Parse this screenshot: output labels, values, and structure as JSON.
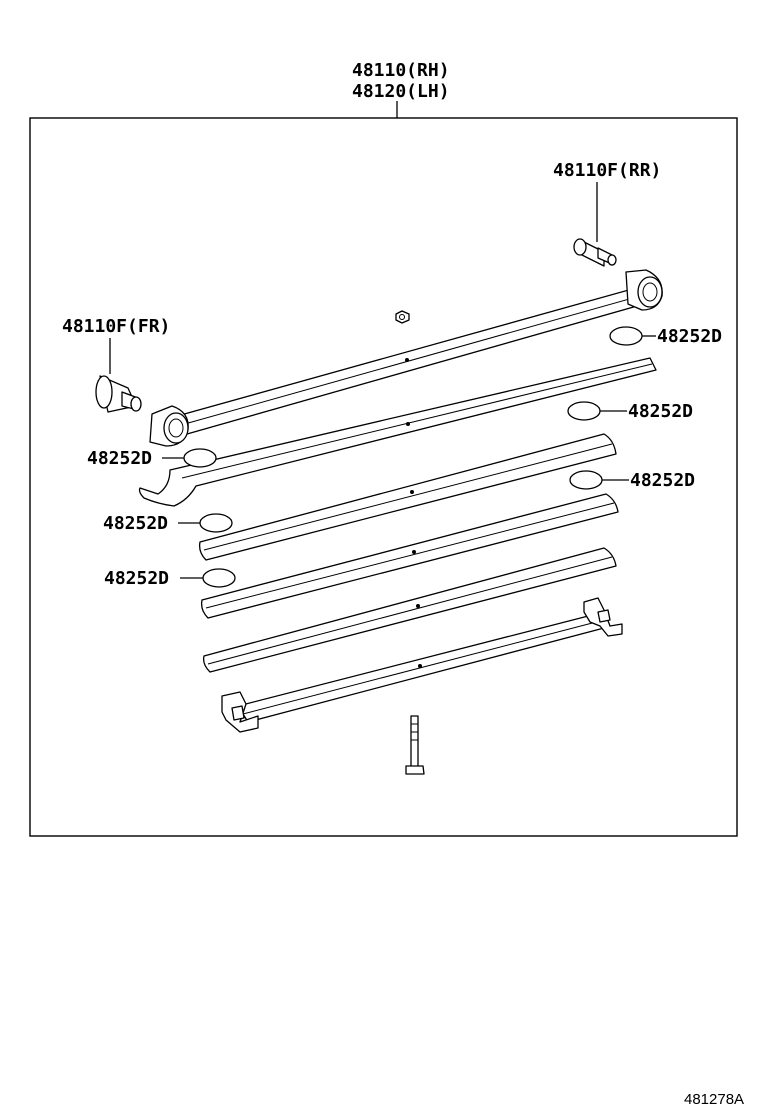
{
  "labels": {
    "assembly_rh": "48110(RH)",
    "assembly_lh": "48120(LH)",
    "bushing_rr": "48110F(RR)",
    "bushing_fr": "48110F(FR)",
    "pad_1": "48252D",
    "pad_2": "48252D",
    "pad_3": "48252D",
    "pad_4": "48252D",
    "pad_5": "48252D",
    "pad_6": "48252D"
  },
  "reference_code": "481278A",
  "colors": {
    "line": "#000000",
    "background": "#ffffff"
  }
}
